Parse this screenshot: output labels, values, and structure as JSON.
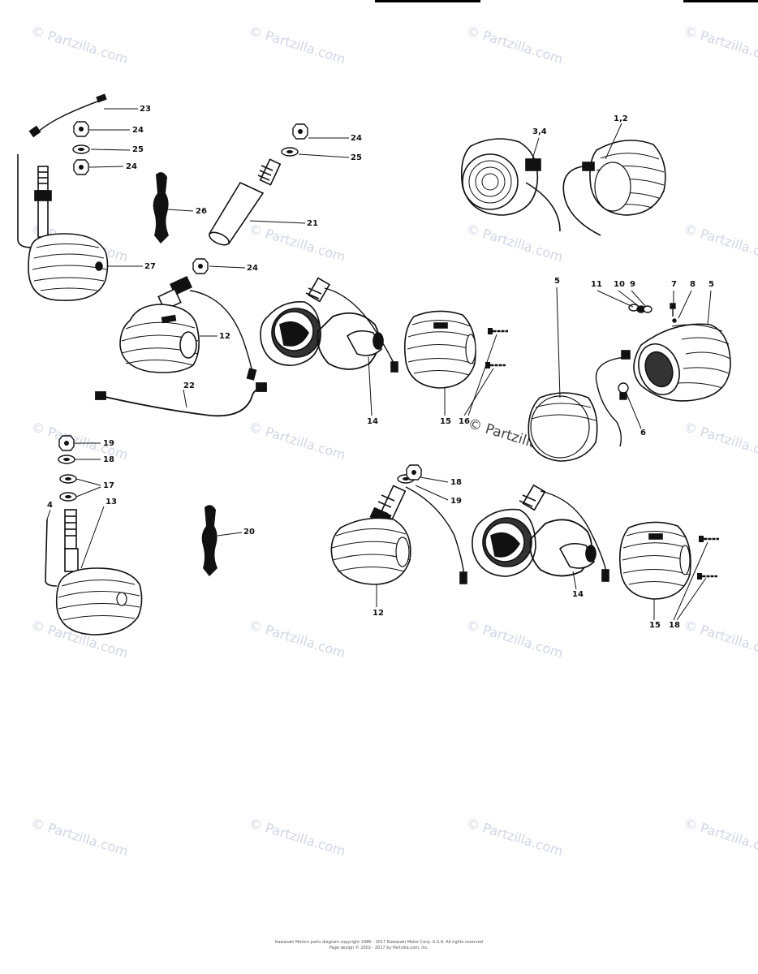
{
  "watermark": "© Partzilla.com",
  "center_watermark": "© Partzilla.com",
  "colors": {
    "line": "#111111",
    "watermark": "#cfd6e6",
    "background": "#ffffff"
  },
  "callouts": {
    "c23": "23",
    "c24a": "24",
    "c25a": "25",
    "c24b": "24",
    "c24c": "24",
    "c25b": "25",
    "c26": "26",
    "c21": "21",
    "c27": "27",
    "c24d": "24",
    "c34": "3,4",
    "c12top": "1,2",
    "c12a": "12",
    "c22": "22",
    "c14a": "14",
    "c15a": "15",
    "c16": "16",
    "c5a": "5",
    "c11": "11",
    "c10": "10",
    "c9": "9",
    "c7": "7",
    "c8": "8",
    "c5b": "5",
    "c6": "6",
    "c19a": "19",
    "c18a": "18",
    "c17": "17",
    "c13": "13",
    "c4": "4",
    "c20": "20",
    "c18b": "18",
    "c19b": "19",
    "c12b": "12",
    "c14b": "14",
    "c15b": "15",
    "c18c": "18"
  },
  "footer": {
    "line1": "Kawasaki Motors parts diagram copyright 1986 - 2017 Kawasaki Motor Corp. U.S.A. All rights reserved",
    "line2": "Page design © 2002 - 2017 by Partzilla.com, Inc."
  }
}
